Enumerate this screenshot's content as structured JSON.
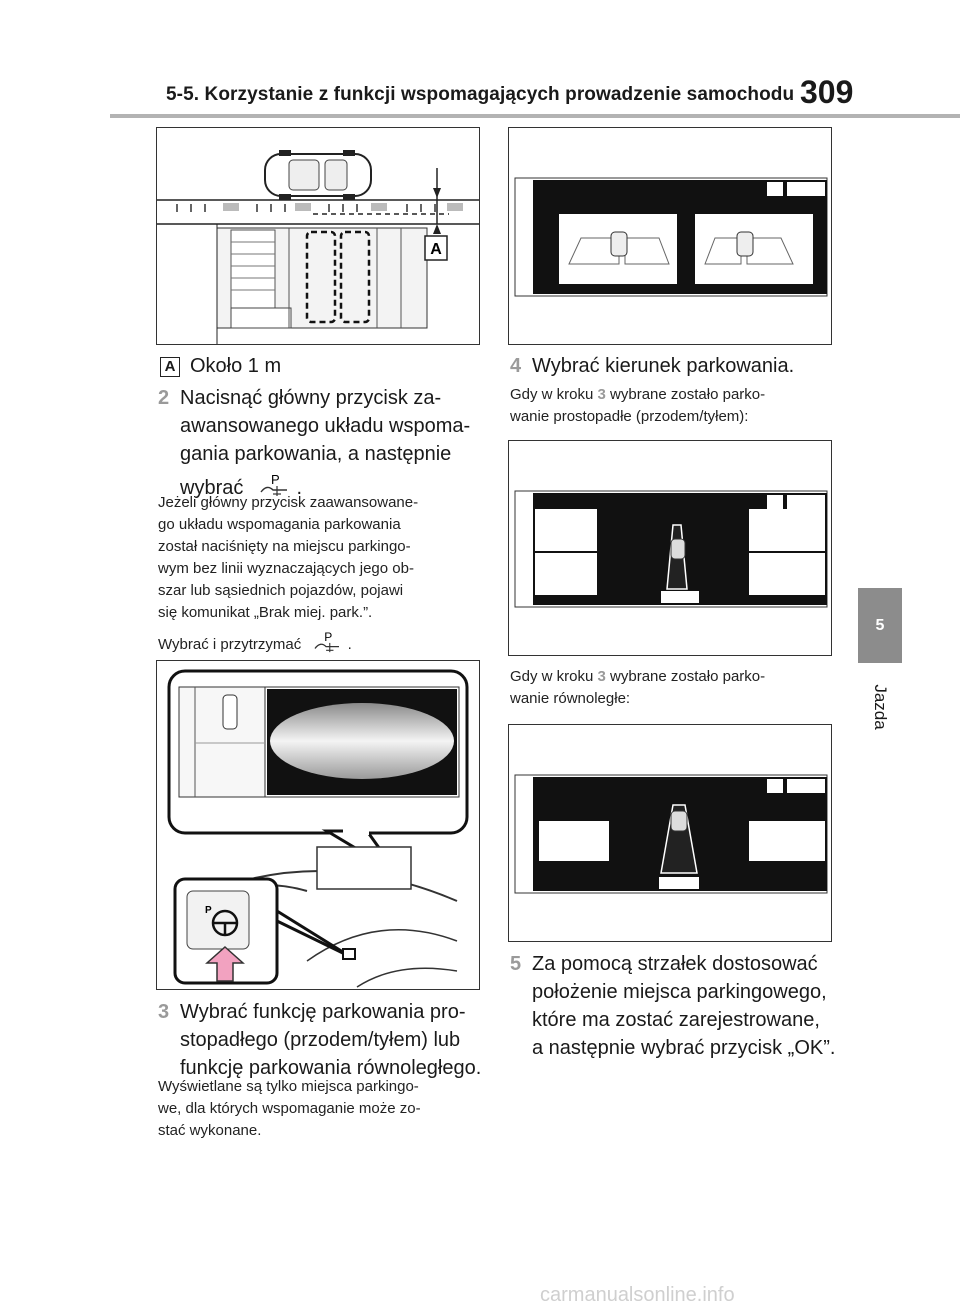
{
  "header": {
    "title": "5-5. Korzystanie z funkcji wspomagających prowadzenie samochodu",
    "page_number": "309"
  },
  "side_tab": {
    "number": "5",
    "label": "Jazda"
  },
  "figure1": {
    "label_letter": "A"
  },
  "left_column": {
    "legend_letter": "A",
    "legend_text": "Około 1 m",
    "step2": {
      "num": "2",
      "line1": "Nacisnąć główny przycisk za-",
      "line2": "awansowanego układu wspoma-",
      "line3": "gania parkowania, a następnie",
      "line4": "wybrać",
      "line4_end": "."
    },
    "note1": {
      "l1": "Jeżeli główny przycisk zaawansowane-",
      "l2": "go układu wspomagania parkowania",
      "l3": "został naciśnięty na miejscu parkingo-",
      "l4": "wym bez linii wyznaczających jego ob-",
      "l5": "szar lub sąsiednich pojazdów, pojawi",
      "l6": "się komunikat „Brak miej. park.”."
    },
    "note2": {
      "text": "Wybrać i przytrzymać",
      "end": "."
    },
    "step3": {
      "num": "3",
      "line1": "Wybrać funkcję parkowania pro-",
      "line2": "stopadłego (przodem/tyłem) lub",
      "line3": "funkcję parkowania równoległego."
    },
    "note3": {
      "l1": "Wyświetlane są tylko miejsca parkingo-",
      "l2": "we, dla których wspomaganie może zo-",
      "l3": "stać wykonane."
    }
  },
  "right_column": {
    "step4": {
      "num": "4",
      "line1": "Wybrać kierunek parkowania."
    },
    "note4": {
      "a": "Gdy w kroku",
      "n": "3",
      "b": "wybrane zostało parko-",
      "l2": "wanie prostopadłe (przodem/tyłem):"
    },
    "note5": {
      "a": "Gdy w kroku",
      "n": "3",
      "b": "wybrane zostało parko-",
      "l2": "wanie równoległe:"
    },
    "step5": {
      "num": "5",
      "line1": "Za pomocą strzałek dostosować",
      "line2": "położenie miejsca parkingowego,",
      "line3": "które ma zostać zarejestrowane,",
      "line4": "a następnie wybrać przycisk „OK”."
    }
  },
  "icons": {
    "parking_assist": "parking-assist-icon",
    "steering_button": "steering-wheel-p-icon"
  },
  "colors": {
    "step_number": "#9a9a9a",
    "header_rule": "#b3b3b3",
    "side_tab": "#8c8c8c",
    "screen": "#111111"
  },
  "footer": {
    "url": "carmanualsonline.info"
  }
}
